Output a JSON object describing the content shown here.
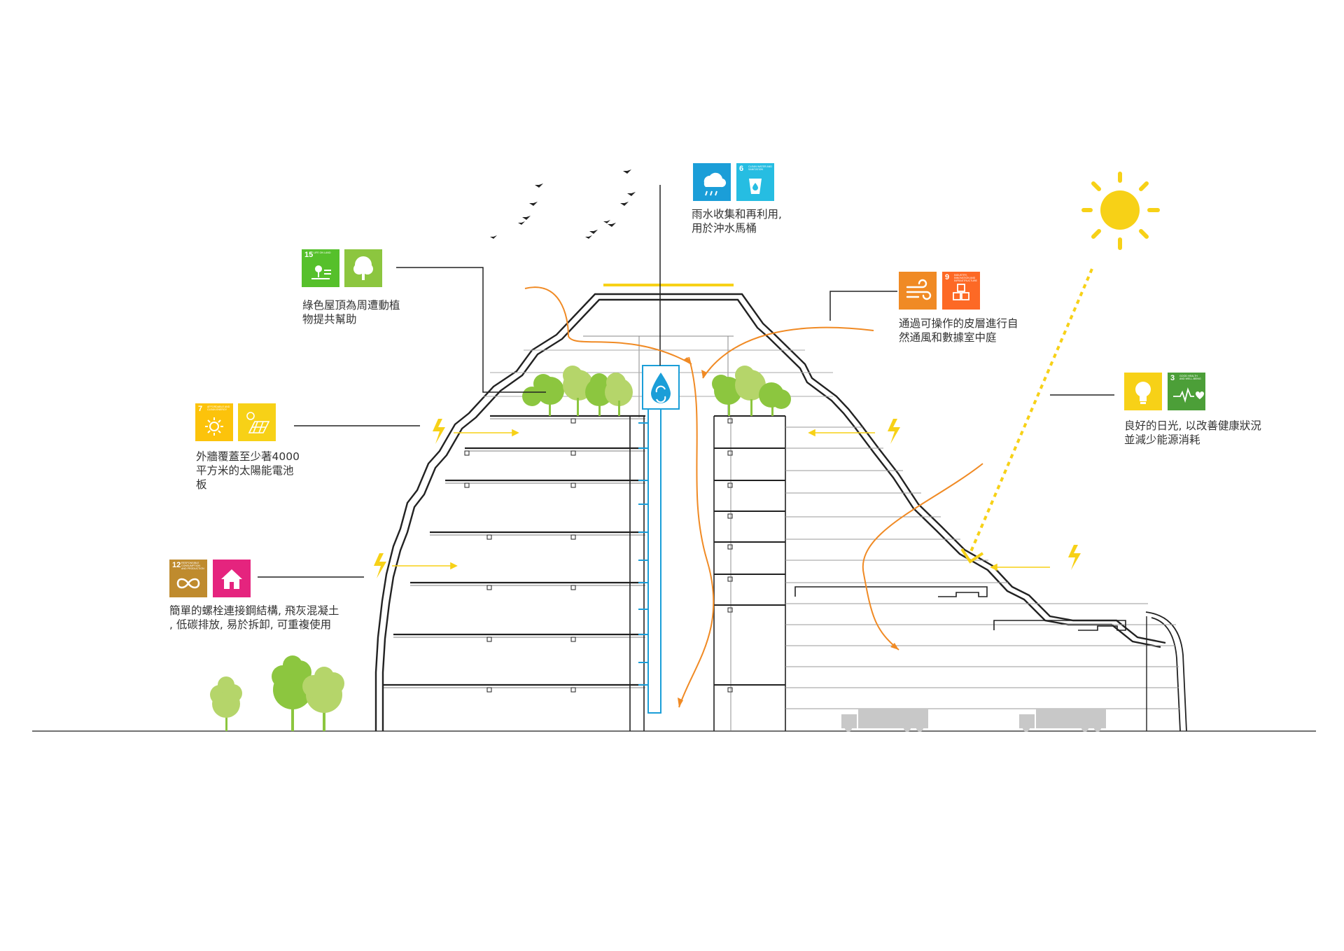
{
  "palette": {
    "green_roof": "#8CC63F",
    "tree_light": "#B5D56A",
    "orange_air": "#F08A24",
    "yellow_sun": "#F7D117",
    "water_blue": "#1B9ED8",
    "line": "#222222",
    "truck_grey": "#C8C8C8"
  },
  "annotations": {
    "rainwater": {
      "lines": [
        "雨水收集和再利用,",
        "用於沖水馬桶"
      ],
      "badges": [
        {
          "icon": "rain-cloud-icon",
          "color": "#1B9ED8"
        },
        {
          "number": "6",
          "subtitle": "CLEAN WATER AND SANITATION",
          "icon": "water-drop-icon",
          "color": "#26BDE2"
        }
      ]
    },
    "green_roof": {
      "lines": [
        "綠色屋頂為周遭動植",
        "物提共幫助"
      ],
      "badges": [
        {
          "number": "15",
          "subtitle": "LIFE ON LAND",
          "icon": "life-on-land-icon",
          "color": "#56C02B"
        },
        {
          "icon": "tree-icon",
          "color": "#8CC63F"
        }
      ]
    },
    "ventilation": {
      "lines": [
        "通過可操作的皮層進行自",
        "然通風和數據室中庭"
      ],
      "badges": [
        {
          "icon": "wind-icon",
          "color": "#F08A24"
        },
        {
          "number": "9",
          "subtitle": "INDUSTRY, INNOVATION AND INFRASTRUCTURE",
          "icon": "cubes-icon",
          "color": "#FD6925"
        }
      ]
    },
    "daylight": {
      "lines": [
        "良好的日光, 以改善健康狀況",
        "並減少能源消耗"
      ],
      "badges": [
        {
          "icon": "light-bulb-icon",
          "color": "#F7D117"
        },
        {
          "number": "3",
          "subtitle": "GOOD HEALTH AND WELL-BEING",
          "icon": "heartbeat-icon",
          "color": "#4C9F38"
        }
      ]
    },
    "solar": {
      "lines": [
        "外牆覆蓋至少著4000",
        "平方米的太陽能電池",
        "板"
      ],
      "badges": [
        {
          "number": "7",
          "subtitle": "AFFORDABLE AND CLEAN ENERGY",
          "icon": "sun-power-icon",
          "color": "#FCC30B"
        },
        {
          "icon": "solar-panel-icon",
          "color": "#F7D117"
        }
      ]
    },
    "structure": {
      "lines": [
        "簡單的螺栓連接鋼結構, 飛灰混凝土",
        ", 低碳排放, 易於拆卸, 可重複使用"
      ],
      "badges": [
        {
          "number": "12",
          "subtitle": "RESPONSIBLE CONSUMPTION AND PRODUCTION",
          "icon": "infinity-icon",
          "color": "#BF8B2E"
        },
        {
          "icon": "house-icon",
          "color": "#E5247E"
        }
      ]
    }
  }
}
